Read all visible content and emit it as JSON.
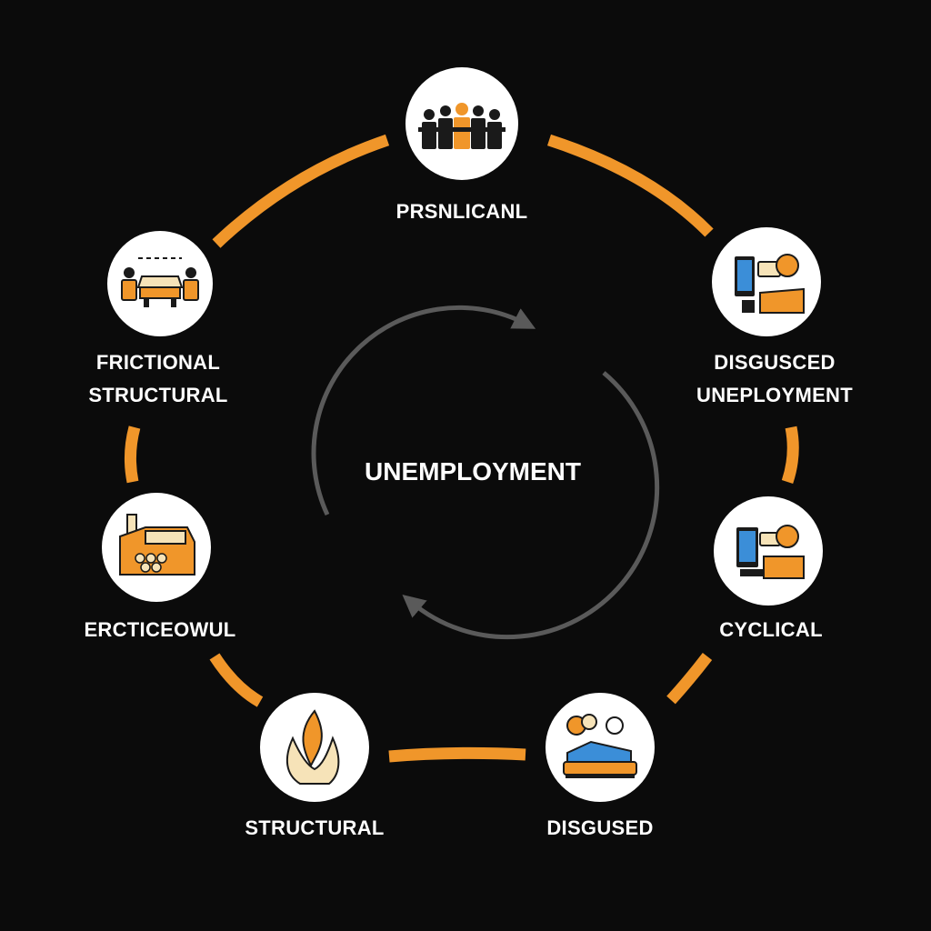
{
  "diagram": {
    "center_label": "UNEMPLOYMENT",
    "nodes": [
      {
        "id": "top",
        "icon": "group-of-people-icon",
        "labels": [
          "PRSNLICANL"
        ]
      },
      {
        "id": "upper-right",
        "icon": "office-worker-computer-icon",
        "labels": [
          "DISGUSCED",
          "UNEPLOYMENT"
        ]
      },
      {
        "id": "right",
        "icon": "office-worker-computer-icon",
        "labels": [
          "CYCLICAL"
        ]
      },
      {
        "id": "lower-right",
        "icon": "bed-with-pillows-icon",
        "labels": [
          "DISGUSED"
        ]
      },
      {
        "id": "lower-left",
        "icon": "flame-icon",
        "labels": [
          "STRUCTURAL"
        ]
      },
      {
        "id": "left",
        "icon": "factory-icon",
        "labels": [
          "ERCTICEOWUL"
        ]
      },
      {
        "id": "upper-left",
        "icon": "people-around-table-icon",
        "labels": [
          "FRICTIONAL",
          "STRUCTURAL"
        ]
      }
    ],
    "colors": {
      "background": "#0b0b0b",
      "ring": "#f0962a",
      "inner_arrow": "#5a5a5a",
      "node_fill": "#ffffff",
      "icon_dark": "#1a1a1a",
      "icon_orange": "#f0962a",
      "icon_blue": "#3b8ed8",
      "icon_cream": "#f6e3b8",
      "text": "#ffffff"
    }
  }
}
